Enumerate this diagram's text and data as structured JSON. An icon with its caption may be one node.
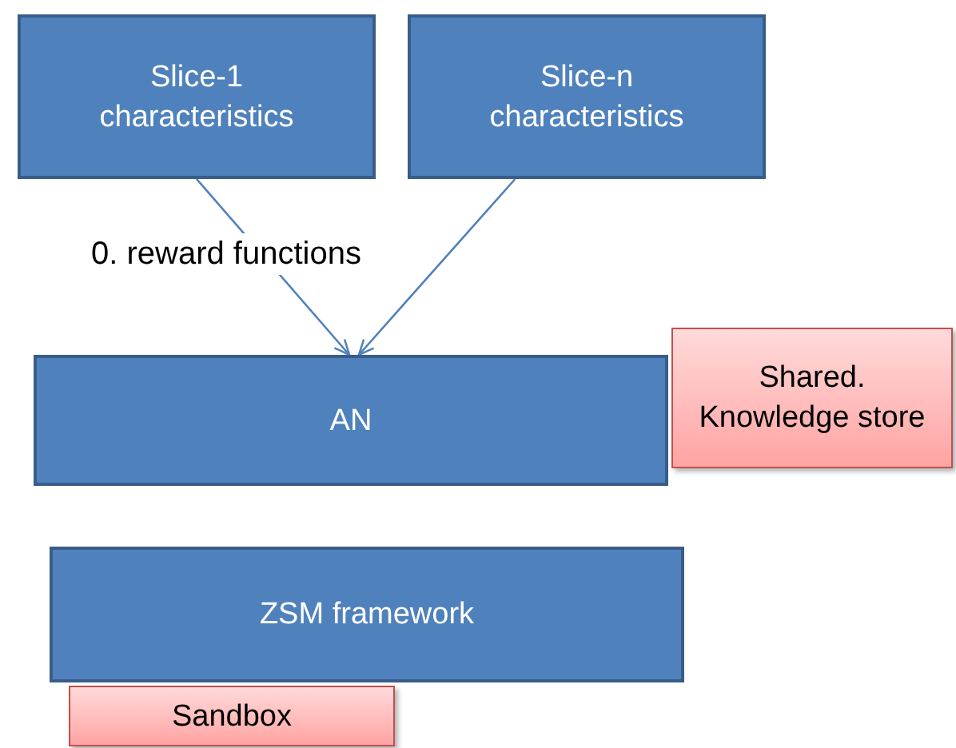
{
  "diagram": {
    "nodes": [
      {
        "text": [
          "Slice-1 characteristics"
        ]
      },
      {
        "text": [
          "Slice-n characteristics"
        ]
      },
      {
        "text": [
          "AN"
        ]
      },
      {
        "text": [
          "Shared. Knowledge store"
        ]
      },
      {
        "text": [
          "ZSM framework"
        ]
      },
      {
        "text": [
          "Sandbox"
        ]
      }
    ],
    "edges": [
      {
        "from": 0,
        "to": 2,
        "arrow": "to"
      },
      {
        "from": 1,
        "to": 2,
        "arrow": "to"
      }
    ],
    "labels": [
      "0. reward functions"
    ]
  }
}
